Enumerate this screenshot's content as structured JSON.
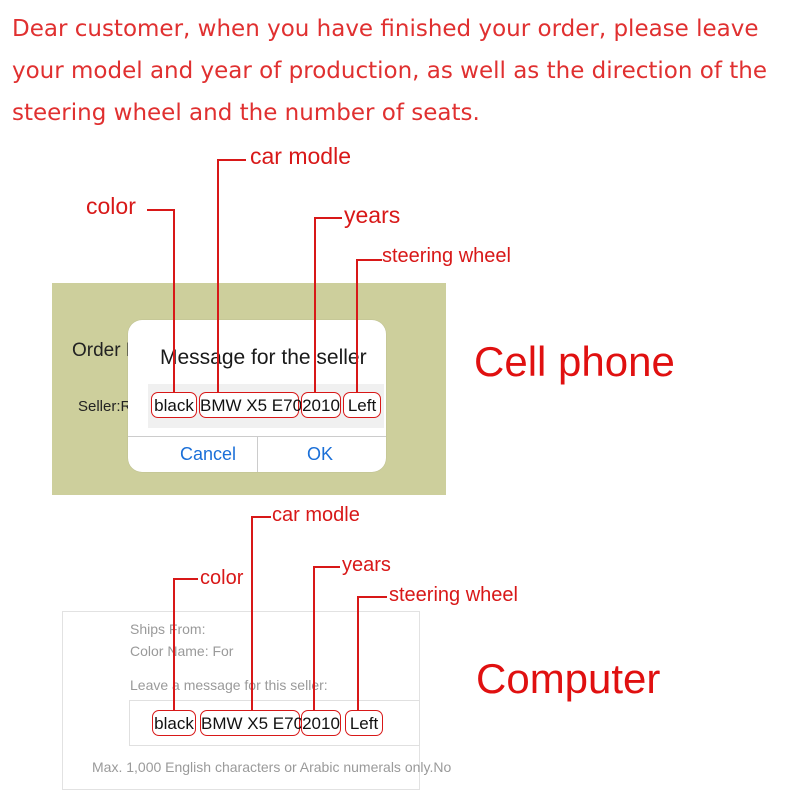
{
  "intro_text": "Dear customer, when you have finished your order, please leave your model and year of production, as well as the direction of the steering wheel and the number of seats.",
  "labels": {
    "car_model": "car modle",
    "color": "color",
    "years": "years",
    "steering_wheel": "steering wheel"
  },
  "mobile": {
    "bg_order": "Order F",
    "bg_seller": "Seller:R",
    "dialog_title": "Message for the seller",
    "message_parts": [
      "black",
      "BMW X5 E70",
      "2010",
      "Left"
    ],
    "cancel_label": "Cancel",
    "ok_label": "OK",
    "device_label": "Cell phone"
  },
  "computer": {
    "ships_from": "Ships From:",
    "color_name": "Color Name: For",
    "leave_message": "Leave a  message for this seller:",
    "message_parts": [
      "black",
      "BMW X5 E70",
      "2010",
      "Left"
    ],
    "max_note": "Max. 1,000 English characters or Arabic numerals only.No",
    "device_label": "Computer"
  },
  "colors": {
    "annotation_red": "#d81818",
    "intro_red": "#e03030",
    "ios_blue": "#1a6fd8",
    "panel_olive": "#cdcf9c"
  }
}
